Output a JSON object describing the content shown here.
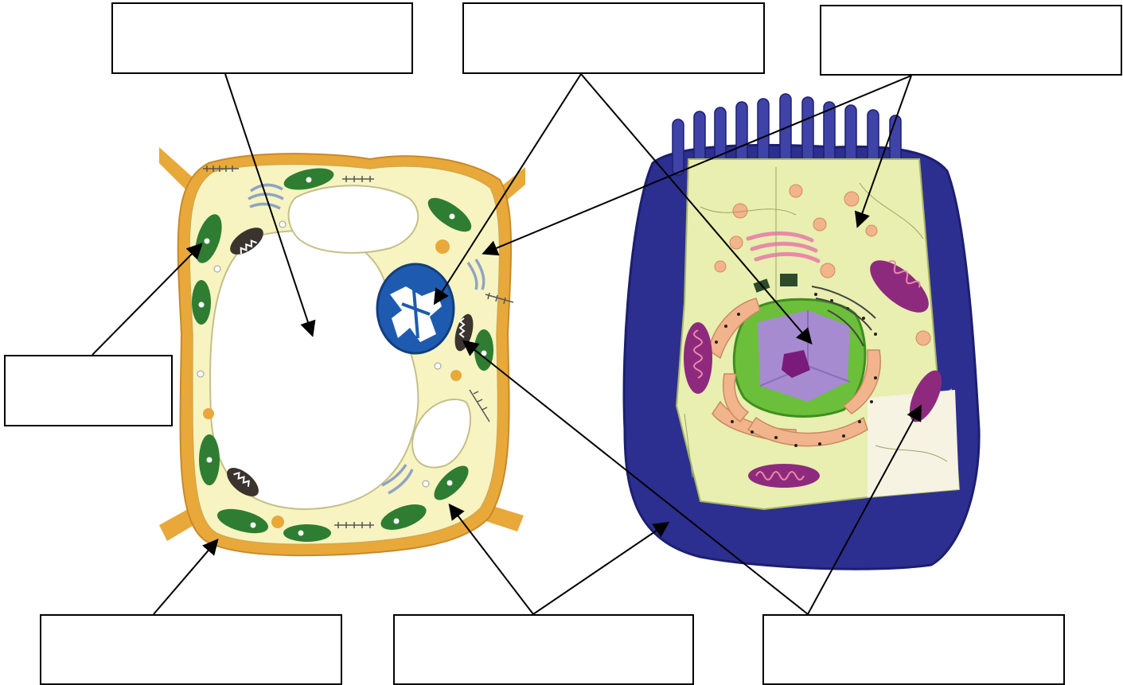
{
  "diagram": {
    "title": "",
    "labels": [
      {
        "id": "top-left",
        "text": ""
      },
      {
        "id": "top-center",
        "text": ""
      },
      {
        "id": "top-right",
        "text": ""
      },
      {
        "id": "mid-left",
        "text": ""
      },
      {
        "id": "bottom-left",
        "text": ""
      },
      {
        "id": "bottom-center",
        "text": ""
      },
      {
        "id": "bottom-right",
        "text": ""
      }
    ],
    "colors": {
      "plant_cell_wall": "#E8A93A",
      "cytoplasm": "#F7F4C2",
      "chloroplast": "#2E7D32",
      "nucleus": "#1E5BB0",
      "animal_membrane": "#2C2F8F",
      "nucleus_interior": "#A78BD0",
      "rough_er": "#F2B48C",
      "mitochondria": "#8E2A7E",
      "golgi": "#E88AA8"
    }
  }
}
